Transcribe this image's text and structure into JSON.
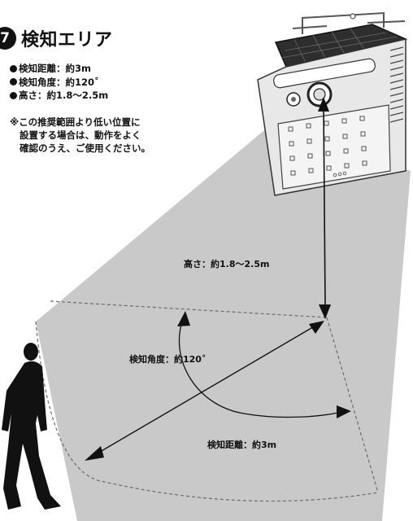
{
  "header": {
    "number": "7",
    "title": "検知エリア"
  },
  "specs": [
    "検知距離：約3m",
    "検知角度：約120˚",
    "高さ：約1.8～2.5m"
  ],
  "note": {
    "line1": "※この推奨範囲より低い位置に",
    "line2": "設置する場合は、動作をよく",
    "line3": "確認のうえ、ご使用ください。"
  },
  "diagram_labels": {
    "height": "高さ：約1.8～2.5m",
    "angle": "検知角度：約120˚",
    "distance": "検知距離：約3m"
  },
  "icons": {
    "light": "solar-sensor-light-icon",
    "person": "walking-person-silhouette-icon"
  }
}
